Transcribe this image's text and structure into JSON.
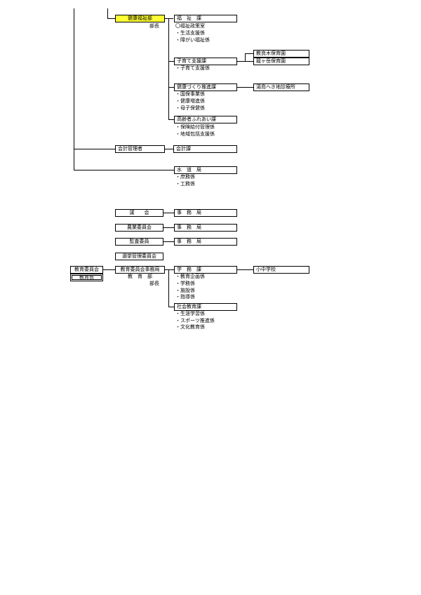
{
  "health": {
    "dept": "健康福祉部",
    "head": "部長",
    "welfare": {
      "name": "福　祉　課",
      "items": [
        "〇福祉政策室",
        "・生活支援係",
        "・障がい福祉係"
      ]
    },
    "childcare": {
      "name": "子育て支援課",
      "items": [
        "・子育て支援係"
      ],
      "nursery1": "教良木保育園",
      "nursery2": "龍ヶ岳保育園"
    },
    "health_promo": {
      "name": "健康づくり推進課",
      "items": [
        "・国保事業係",
        "・健康増進係",
        "・母子保健係"
      ],
      "clinic": "湯島へき地診療所"
    },
    "elderly": {
      "name": "高齢者ふれあい課",
      "items": [
        "・保険給付管理係",
        "・地域包括支援係"
      ]
    }
  },
  "accounting": {
    "head": "会計管理者",
    "section": "会計課"
  },
  "water": {
    "name": "水　道　局",
    "items": [
      "・庶務係",
      "・工務係"
    ]
  },
  "committees": [
    {
      "name": "議　　会",
      "office": "事　務　局"
    },
    {
      "name": "農業委員会",
      "office": "事　務　局"
    },
    {
      "name": "監査委員",
      "office": "事　務　局"
    },
    {
      "name": "選挙管理委員会",
      "office": ""
    }
  ],
  "education": {
    "board": "教育委員会",
    "superintendent": "教育長",
    "secretariat": "教育委員会事務局",
    "dept": "教　育　部",
    "head": "部長",
    "school_affairs": {
      "name": "学　務　課",
      "items": [
        "・教育企画係",
        "・学務係",
        "・施設係",
        "・指導係"
      ],
      "schools": "小中学校"
    },
    "social": {
      "name": "社会教育課",
      "items": [
        "・生涯学習係",
        "・スポーツ推進係",
        "・文化教育係"
      ]
    }
  }
}
